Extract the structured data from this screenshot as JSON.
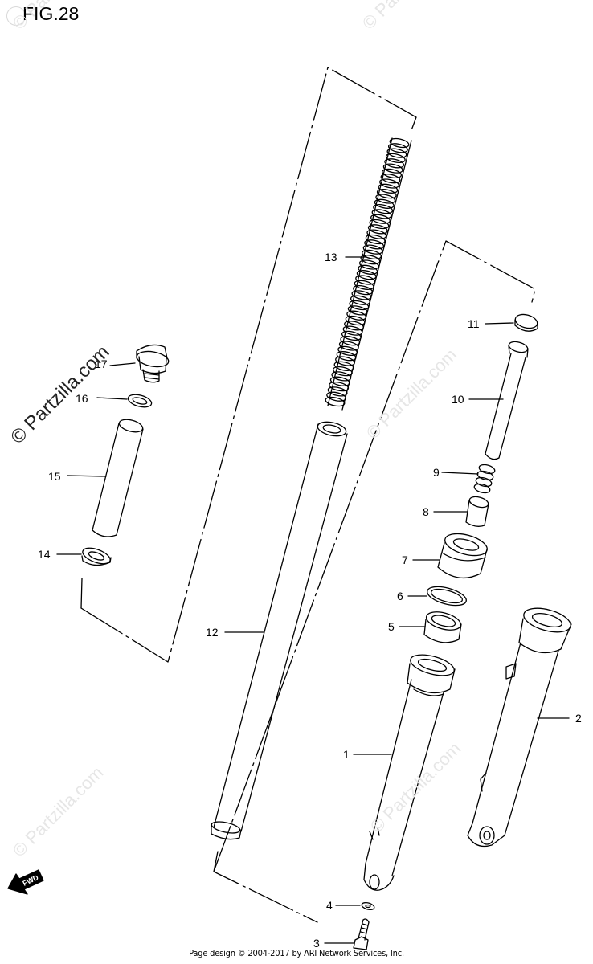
{
  "figure": {
    "title": "FIG.28",
    "footer": "Page design © 2004-2017 by ARI Network Services, Inc.",
    "fwd_label": "FWD"
  },
  "watermark": {
    "text": "© Partzilla.com"
  },
  "parts": [
    {
      "id": "1",
      "label": "1"
    },
    {
      "id": "2",
      "label": "2"
    },
    {
      "id": "3",
      "label": "3"
    },
    {
      "id": "4",
      "label": "4"
    },
    {
      "id": "5",
      "label": "5"
    },
    {
      "id": "6",
      "label": "6"
    },
    {
      "id": "7",
      "label": "7"
    },
    {
      "id": "8",
      "label": "8"
    },
    {
      "id": "9",
      "label": "9"
    },
    {
      "id": "10",
      "label": "10"
    },
    {
      "id": "11",
      "label": "11"
    },
    {
      "id": "12",
      "label": "12"
    },
    {
      "id": "13",
      "label": "13"
    },
    {
      "id": "14",
      "label": "14"
    },
    {
      "id": "15",
      "label": "15"
    },
    {
      "id": "16",
      "label": "16"
    },
    {
      "id": "17",
      "label": "17"
    }
  ]
}
